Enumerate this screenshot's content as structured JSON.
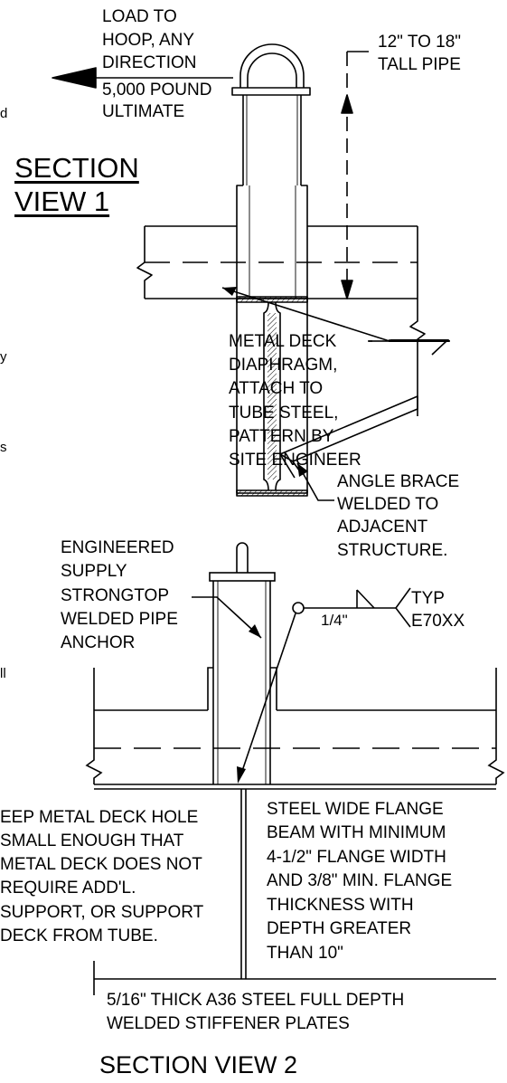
{
  "top_detail": {
    "load_note": [
      "LOAD TO",
      "HOOP, ANY",
      "DIRECTION",
      "5,000 POUND",
      "ULTIMATE"
    ],
    "pipe_height_note": [
      "12\" TO 18\"",
      "TALL PIPE"
    ],
    "section_title": [
      "SECTION",
      "VIEW 1"
    ],
    "deck_note": [
      "METAL DECK",
      "DIAPHRAGM,",
      "ATTACH TO",
      "TUBE STEEL,",
      "PATTERN BY",
      "SITE ENGINEER"
    ],
    "brace_note": [
      "ANGLE BRACE",
      "WELDED TO",
      "ADJACENT",
      "STRUCTURE."
    ],
    "left_edge_fragments": [
      "d",
      "y",
      "s",
      "ll"
    ]
  },
  "bottom_detail": {
    "anchor_note": [
      "ENGINEERED",
      "SUPPLY",
      "STRONGTOP",
      "WELDED PIPE",
      "ANCHOR"
    ],
    "weld_size": "1/4\"",
    "weld_note": [
      "TYP",
      "E70XX"
    ],
    "deck_hole_note": [
      "EEP METAL DECK HOLE",
      "SMALL ENOUGH THAT",
      "METAL DECK DOES NOT",
      "REQUIRE ADD'L.",
      "SUPPORT, OR SUPPORT",
      "DECK FROM TUBE."
    ],
    "beam_note": [
      "STEEL WIDE FLANGE",
      "BEAM WITH MINIMUM",
      "4-1/2\" FLANGE WIDTH",
      "AND 3/8\" MIN. FLANGE",
      "THICKNESS WITH",
      "DEPTH GREATER",
      "THAN 10\""
    ],
    "stiffener_note": [
      "5/16\" THICK A36 STEEL FULL DEPTH",
      "WELDED STIFFENER PLATES"
    ],
    "section_title": "SECTION VIEW 2"
  }
}
